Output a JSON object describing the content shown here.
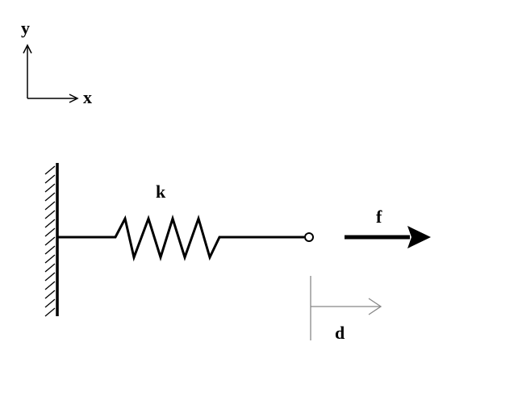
{
  "axes": {
    "x_label": "x",
    "y_label": "y"
  },
  "spring": {
    "label": "k"
  },
  "force": {
    "label": "f"
  },
  "displacement": {
    "label": "d"
  },
  "colors": {
    "ink": "#000000",
    "displacement": "#888888"
  }
}
